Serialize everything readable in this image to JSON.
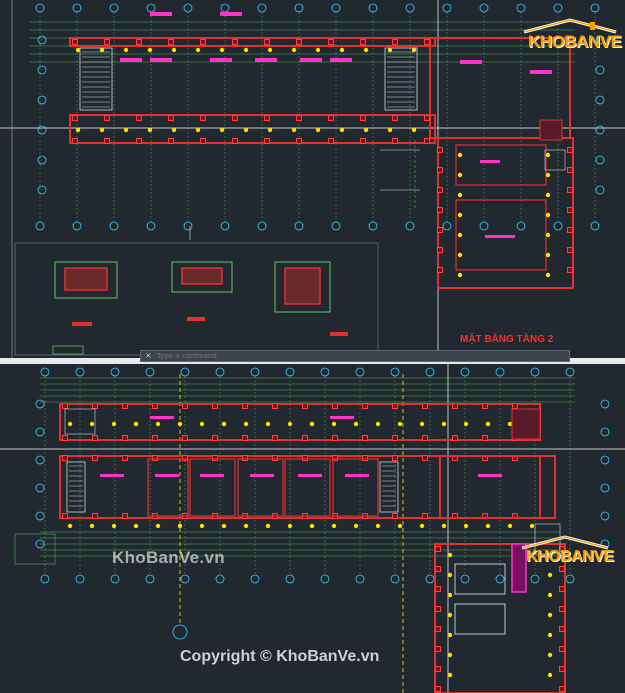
{
  "app": {
    "command_placeholder": "Type a command",
    "close_glyph": "×"
  },
  "drawing": {
    "sheet_title": "MẶT BẰNG TẦNG 2"
  },
  "watermark": {
    "center": "KhoBanVe.vn",
    "copyright": "Copyright © KhoBanVe.vn",
    "logo": "KHOBANVE"
  },
  "colors": {
    "background": "#212830",
    "wall": "#e03030",
    "room_label": "#ff33cc",
    "dimension": "#6ef06e",
    "grid_line": "#ffffff",
    "column_tag": "#ffe100",
    "axis_marker": "#2fd3ff",
    "logo": "#f5a000"
  }
}
